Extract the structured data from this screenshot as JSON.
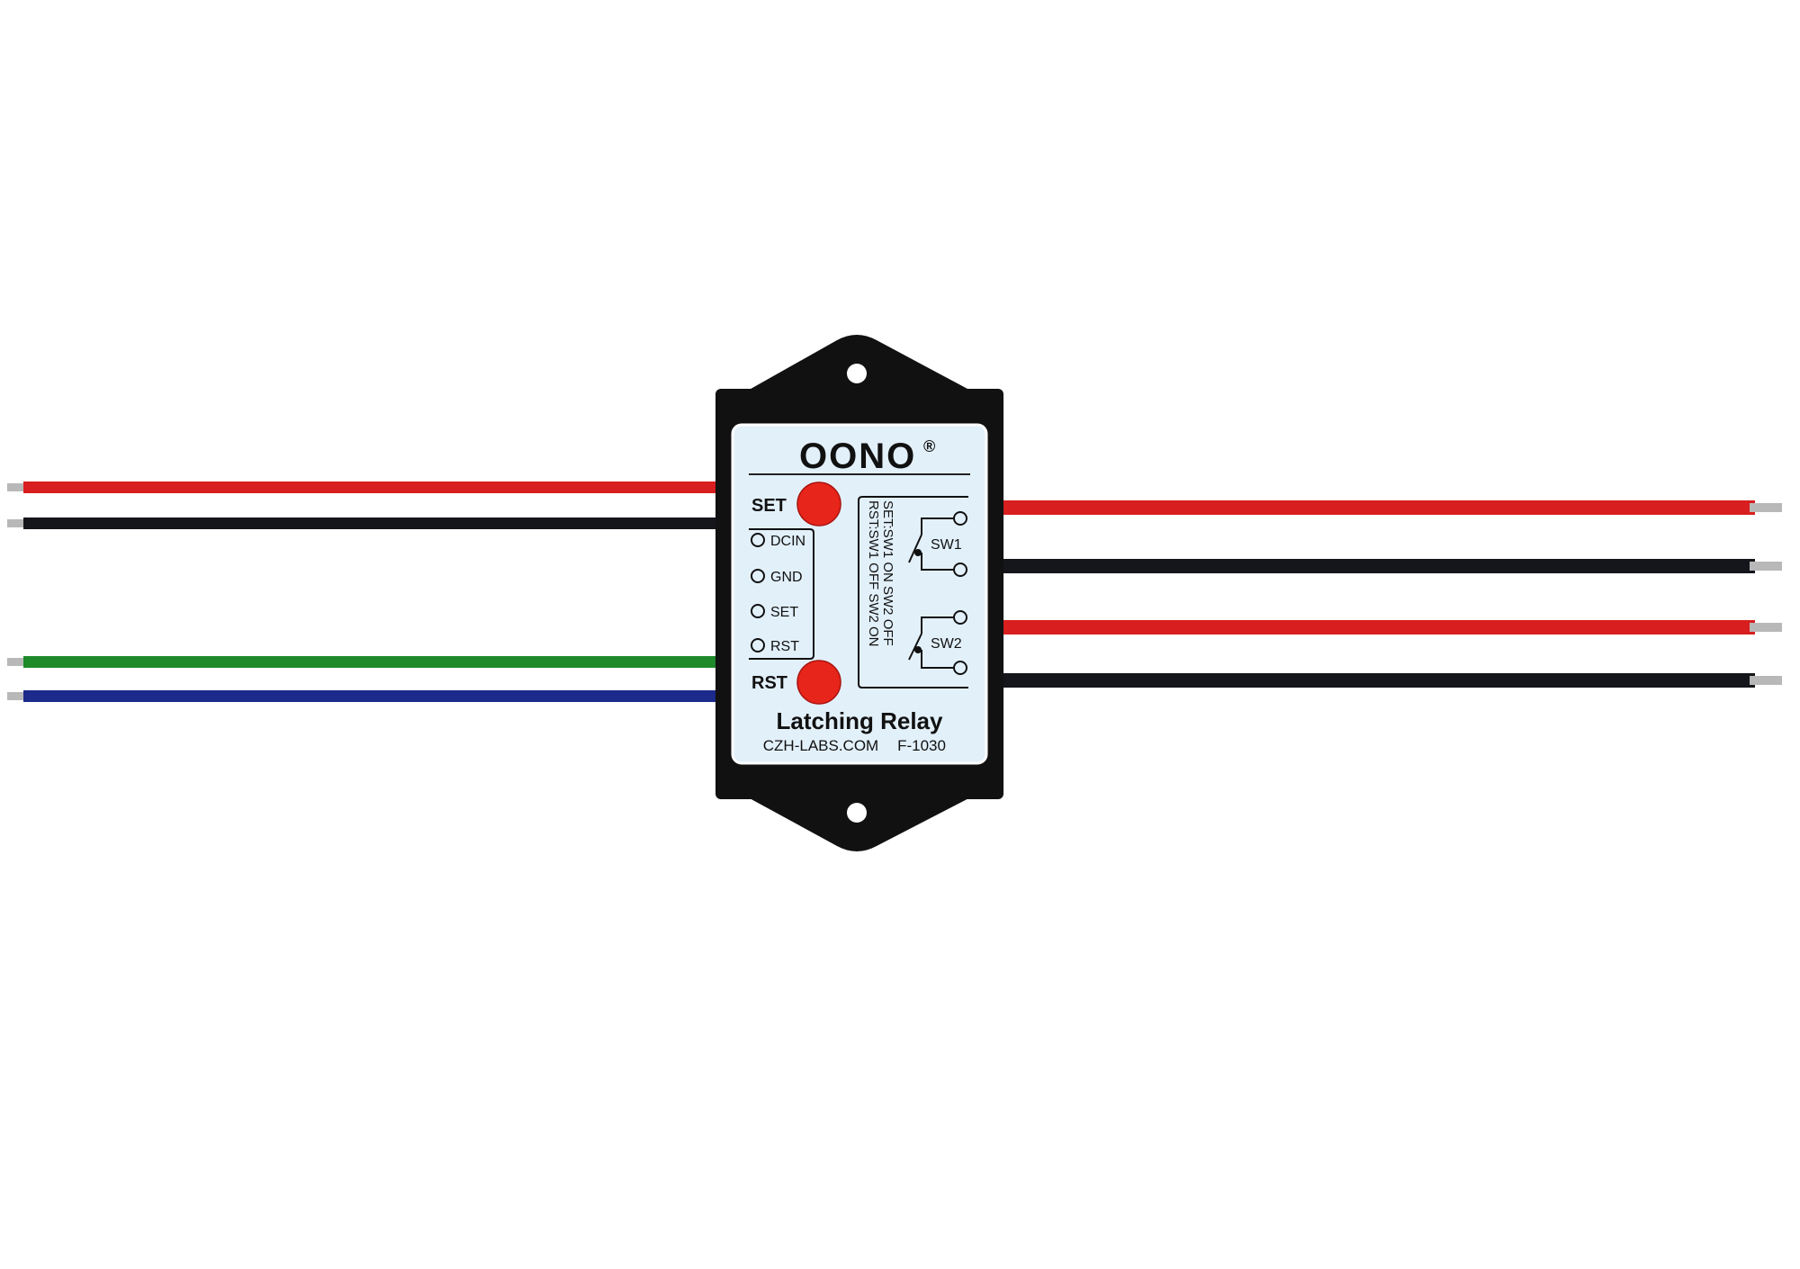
{
  "brand": {
    "name": "OONO",
    "registered_mark": "®"
  },
  "buttons": {
    "set_label": "SET",
    "rst_label": "RST"
  },
  "terminals": [
    {
      "label": "DCIN"
    },
    {
      "label": "GND"
    },
    {
      "label": "SET"
    },
    {
      "label": "RST"
    }
  ],
  "legend": {
    "line1": "RST:SW1 OFF SW2 ON",
    "line2": "SET:SW1 ON  SW2 OFF"
  },
  "switches": [
    {
      "label": "SW1"
    },
    {
      "label": "SW2"
    }
  ],
  "product": {
    "title": "Latching Relay",
    "website": "CZH-LABS.COM",
    "model": "F-1030"
  },
  "colors": {
    "housing": "#111111",
    "label_background": "#e2f0fa",
    "button_red": "#e8251b",
    "wire_red": "#d81e1e",
    "wire_black": "#15151c",
    "wire_green": "#1e8a2a",
    "wire_blue": "#1c2a8c",
    "wire_tip": "#b8b8b8"
  }
}
